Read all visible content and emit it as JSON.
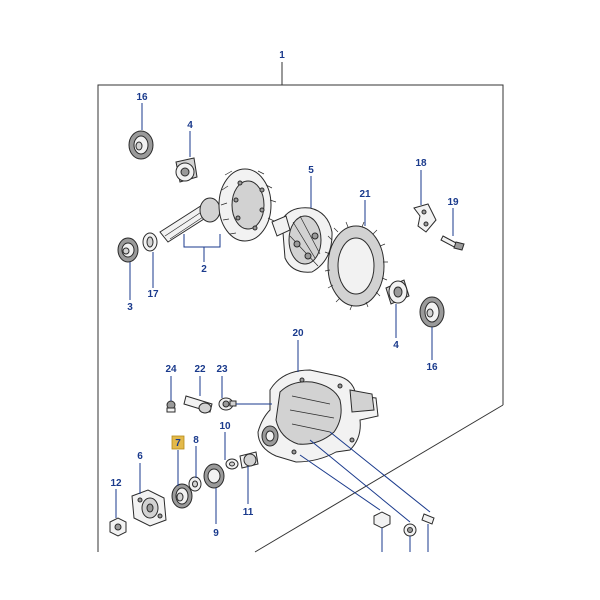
{
  "diagram": {
    "callouts": {
      "c1": "1",
      "c2": "2",
      "c3": "3",
      "c4a": "4",
      "c4b": "4",
      "c5": "5",
      "c6": "6",
      "c7": "7",
      "c8": "8",
      "c9": "9",
      "c10": "10",
      "c11": "11",
      "c12": "12",
      "c16a": "16",
      "c16b": "16",
      "c17": "17",
      "c18": "18",
      "c19": "19",
      "c20": "20",
      "c21": "21",
      "c22": "22",
      "c23": "23",
      "c24": "24"
    },
    "highlighted_callout": "7",
    "colors": {
      "callout_text": "#1a3a8c",
      "highlight": "#e3b94a",
      "linework": "#2b2b2b"
    }
  }
}
